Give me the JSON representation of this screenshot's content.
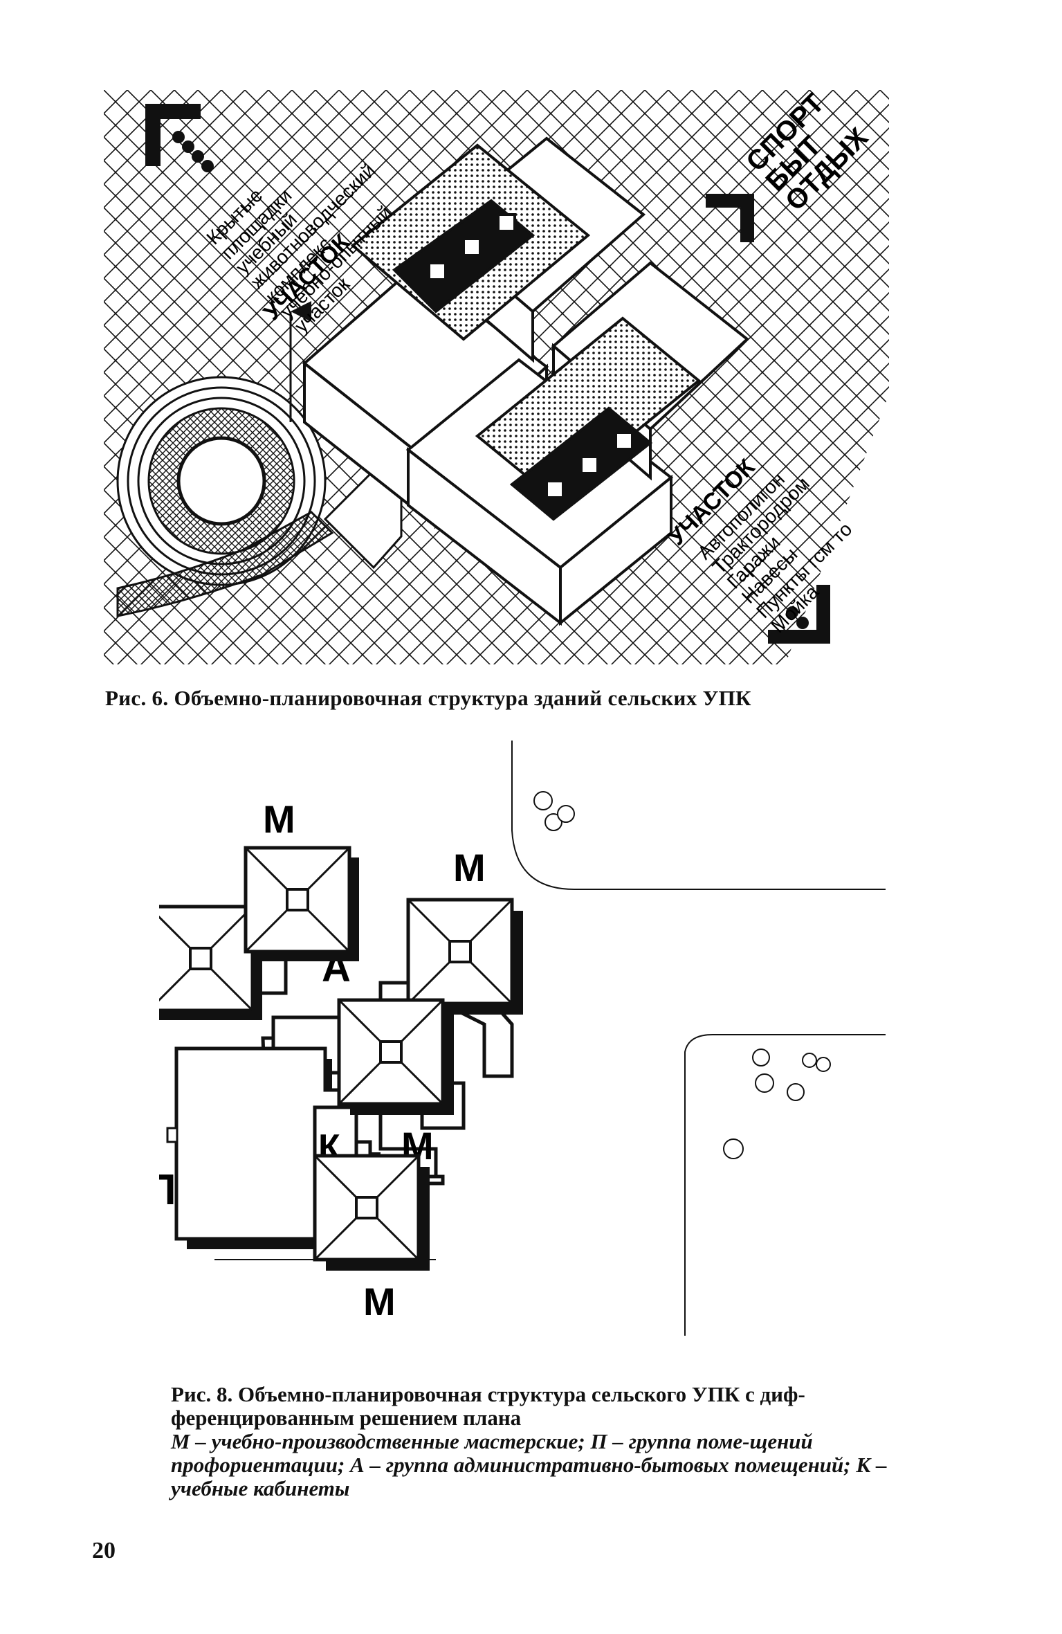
{
  "figure6": {
    "caption": "Рис. 6. Объемно-планировочная структура зданий сельских УПК",
    "labels": {
      "top_left_list": [
        "Крытые",
        "площадки",
        "учебный",
        "животноводческий",
        "комплекс",
        "учебно-опытный",
        "участок"
      ],
      "top_left_heading": "УЧАСТОК",
      "top_right": [
        "СПОРТ",
        "БЫТ",
        "ОТДЫХ"
      ],
      "bottom_right_heading": "УЧАСТОК",
      "bottom_right_list": [
        "Автополигон",
        "Трактородром",
        "Гаражи",
        "Навесы",
        "Пункты гсм то",
        "Мойка"
      ]
    }
  },
  "figure8": {
    "caption_lead": "Рис. 8. Объемно-планировочная структура сельского УПК с диф-ференцированным решением плана",
    "caption_legend": "М – учебно-производственные мастерские; П – группа поме-щений профориентации; А – группа административно-бытовых помещений; К – учебные кабинеты",
    "labels": {
      "m": "М",
      "k": "К",
      "a": "А",
      "p": "П"
    }
  },
  "page_number": "20"
}
